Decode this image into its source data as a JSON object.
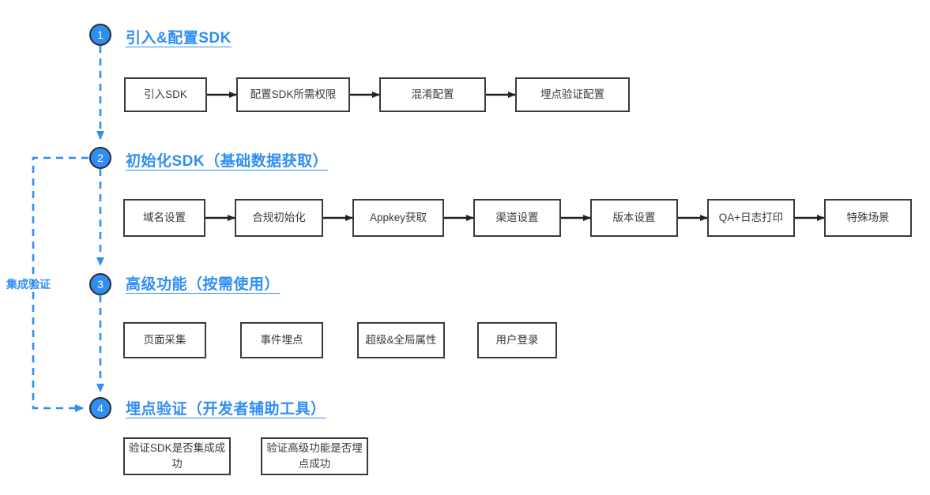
{
  "diagram": {
    "title_semantic": "SDK 集成流程图",
    "colors": {
      "accent": "#2f8ef4",
      "box_border": "#3a3a3a",
      "arrow": "#222222",
      "circle_ring": "#2b2b2b",
      "background": "#ffffff"
    },
    "side_label": "集成验证",
    "sections": [
      {
        "number": "1",
        "title": "引入&配置SDK",
        "connector": "solid-arrow",
        "nodes": [
          {
            "label": "引入SDK"
          },
          {
            "label": "配置SDK所需权限"
          },
          {
            "label": "混淆配置"
          },
          {
            "label": "埋点验证配置"
          }
        ]
      },
      {
        "number": "2",
        "title": "初始化SDK（基础数据获取）",
        "connector": "solid-arrow",
        "nodes": [
          {
            "label": "域名设置"
          },
          {
            "label": "合规初始化"
          },
          {
            "label": "Appkey获取"
          },
          {
            "label": "渠道设置"
          },
          {
            "label": "版本设置"
          },
          {
            "label": "QA+日志打印"
          },
          {
            "label": "特殊场景"
          }
        ]
      },
      {
        "number": "3",
        "title": "高级功能（按需使用）",
        "connector": "none",
        "nodes": [
          {
            "label": "页面采集"
          },
          {
            "label": "事件埋点"
          },
          {
            "label": "超级&全局属性"
          },
          {
            "label": "用户登录"
          }
        ]
      },
      {
        "number": "4",
        "title": "埋点验证（开发者辅助工具）",
        "connector": "none",
        "nodes": [
          {
            "label": "验证SDK是否集成成功"
          },
          {
            "label": "验证高级功能是否埋点成功"
          }
        ]
      }
    ]
  }
}
